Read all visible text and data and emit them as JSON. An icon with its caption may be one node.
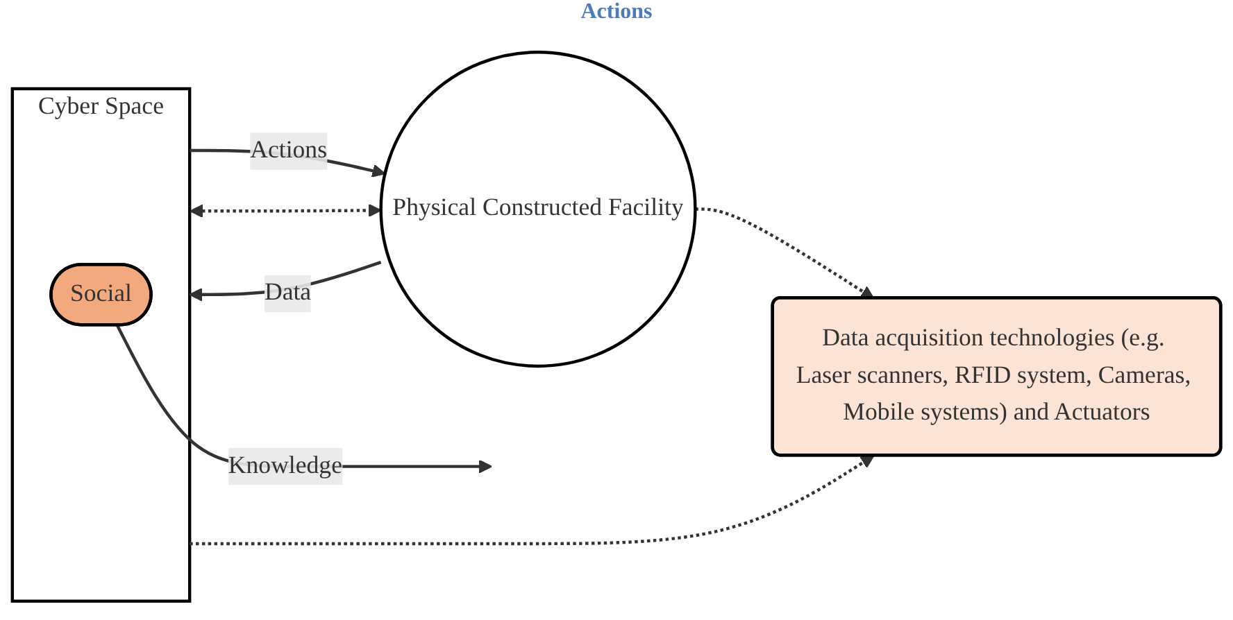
{
  "diagram": {
    "nodes": [
      {
        "text": [
          "Cyber Space"
        ]
      },
      {
        "text": [
          "Social"
        ],
        "in": 0
      },
      {
        "text": [
          "Physical Constructed Facility"
        ]
      },
      {
        "text": [
          "Data acquisition technologies (e.g. Laser scanners, RFID system, Cameras, Mobile systems) and Actuators"
        ]
      }
    ],
    "edges": [
      {
        "from": 1,
        "to": null,
        "arrow": "to",
        "label": "Knowledge"
      },
      {
        "from": 0,
        "to": 2,
        "arrow": "to",
        "label": "Actions"
      },
      {
        "from": 2,
        "to": 0,
        "arrow": "to",
        "label": "Data"
      },
      {
        "from": 0,
        "to": 2,
        "arrow": "both",
        "style": "dashed"
      },
      {
        "from": 0,
        "to": 3,
        "arrow": "to",
        "style": "dashed"
      },
      {
        "from": 2,
        "to": 3,
        "arrow": "to",
        "style": "dashed"
      }
    ],
    "labels": [
      "Actions"
    ]
  }
}
